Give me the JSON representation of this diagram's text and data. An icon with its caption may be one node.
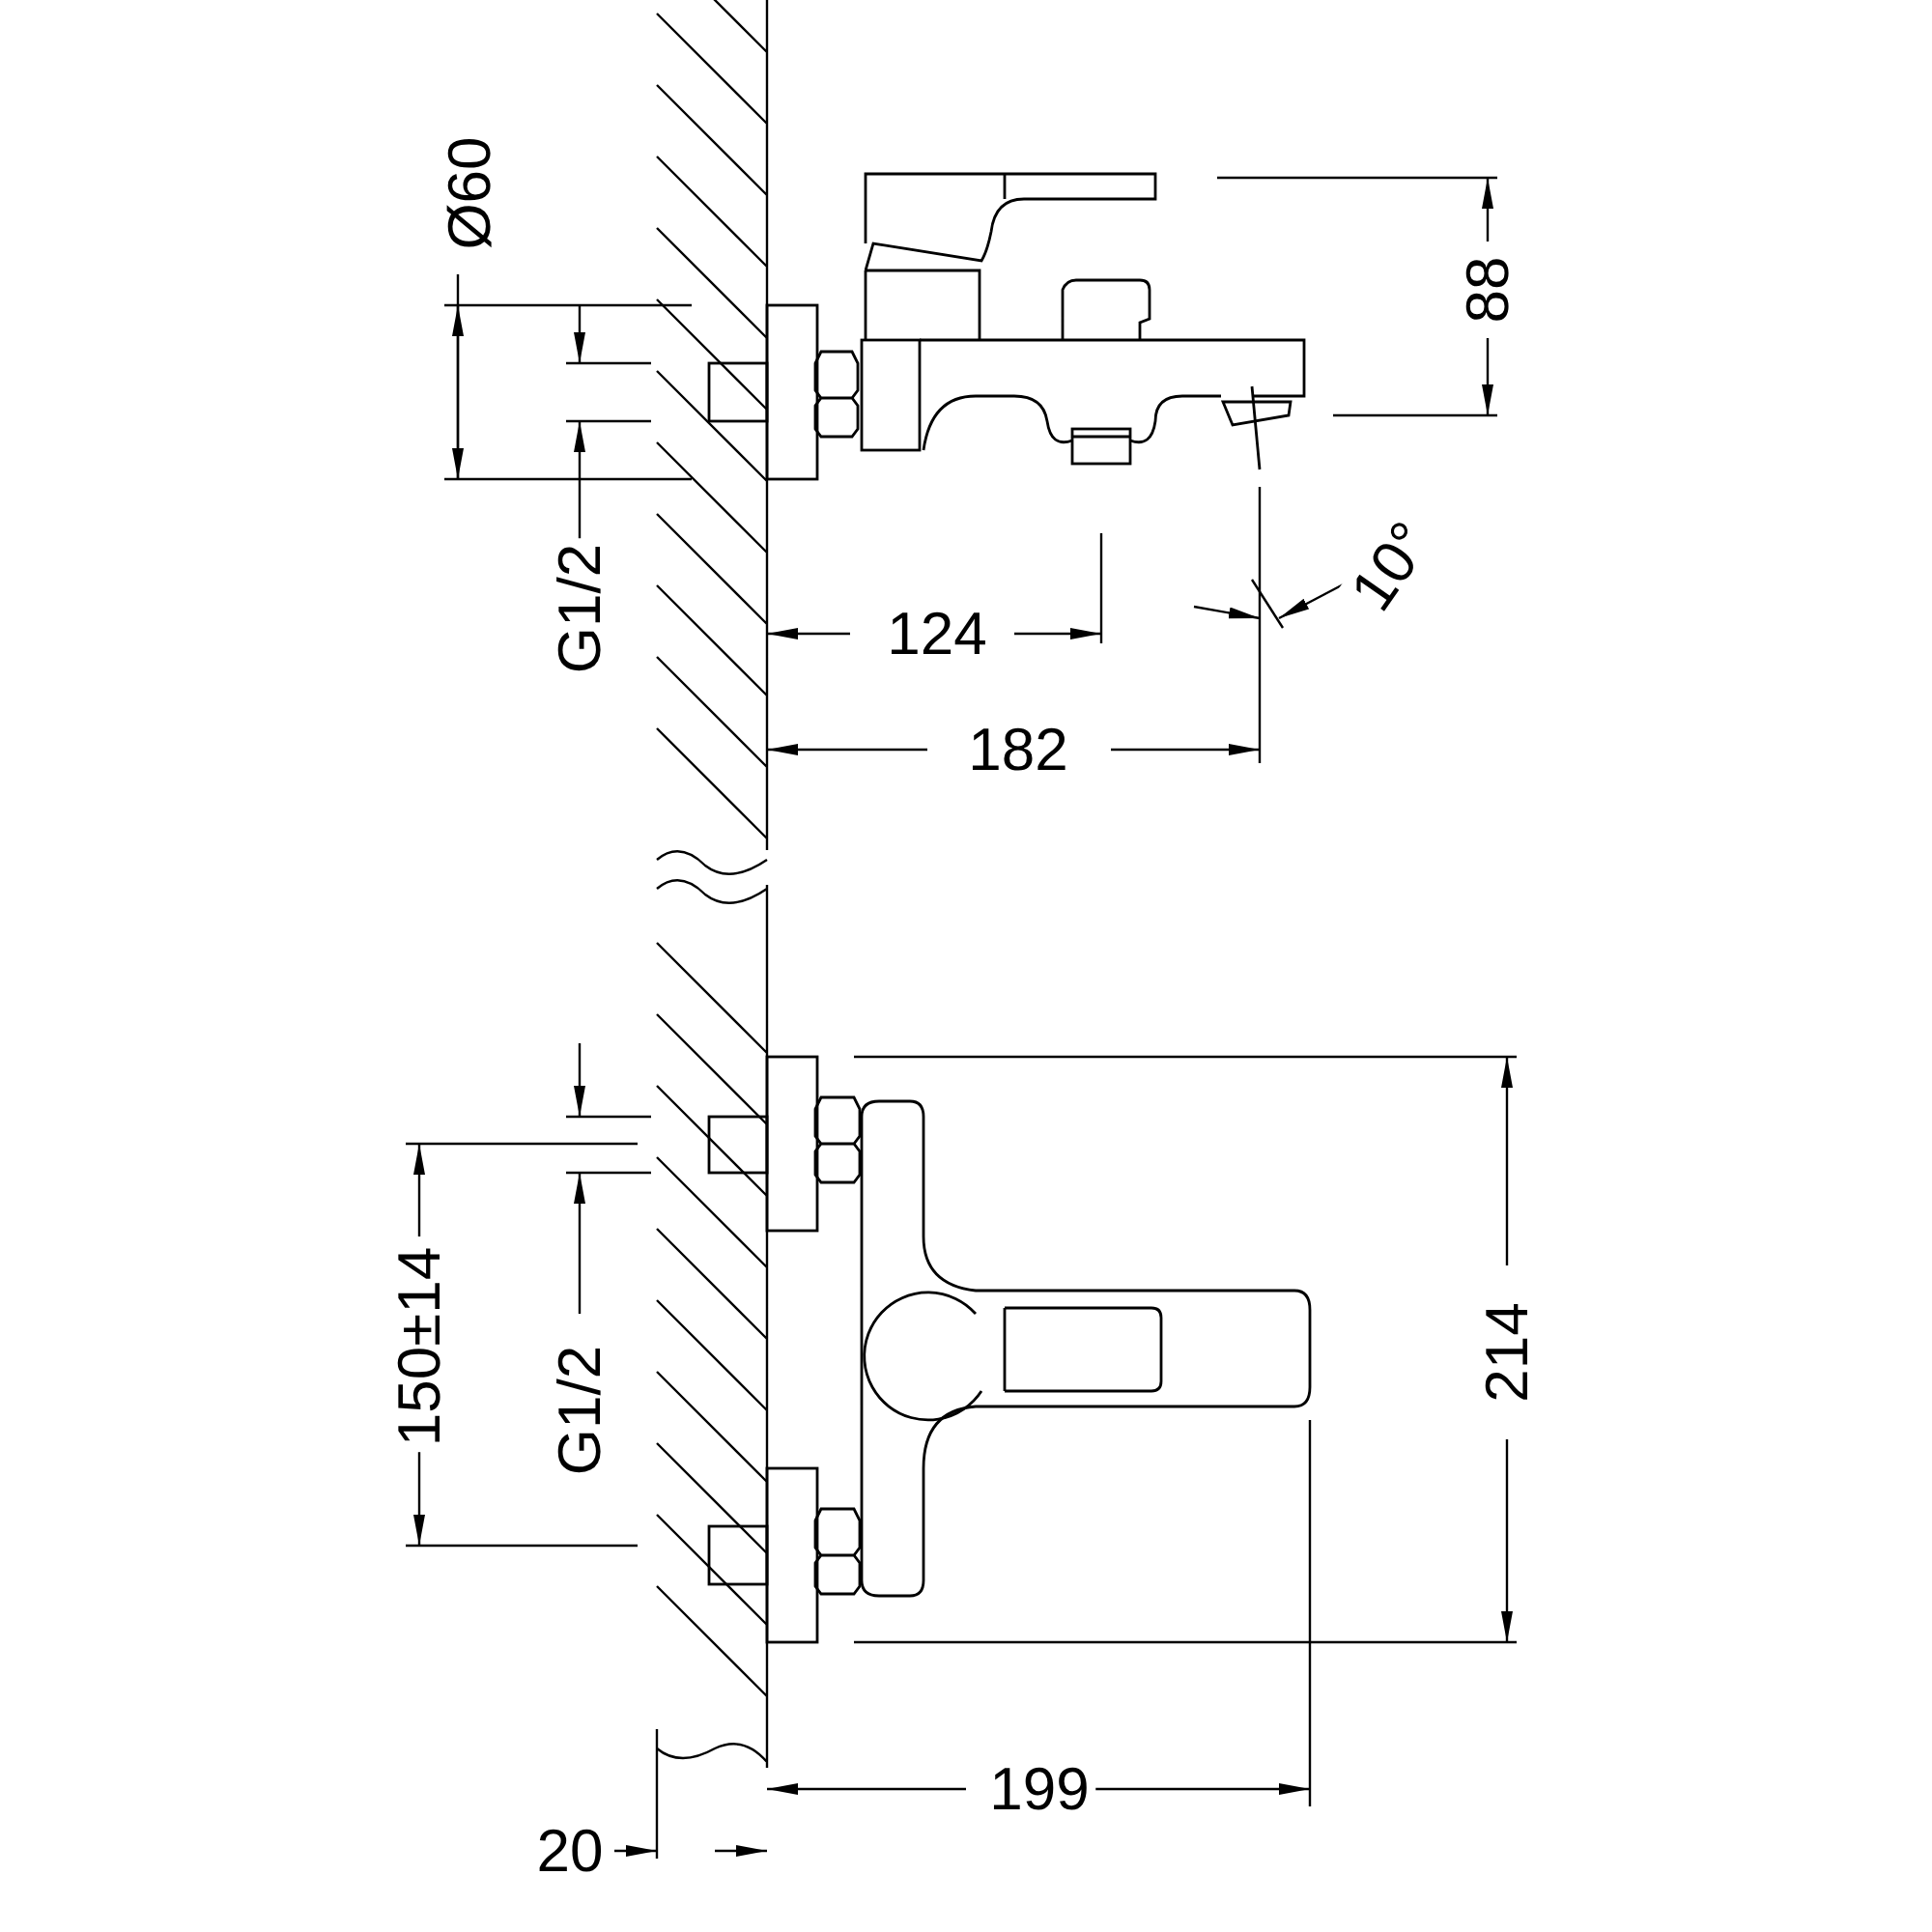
{
  "diagram": {
    "labels": [
      "Ø60",
      "88",
      "G1/2",
      "124",
      "10°",
      "182",
      "150±14",
      "G1/2",
      "214",
      "199",
      "20"
    ]
  }
}
